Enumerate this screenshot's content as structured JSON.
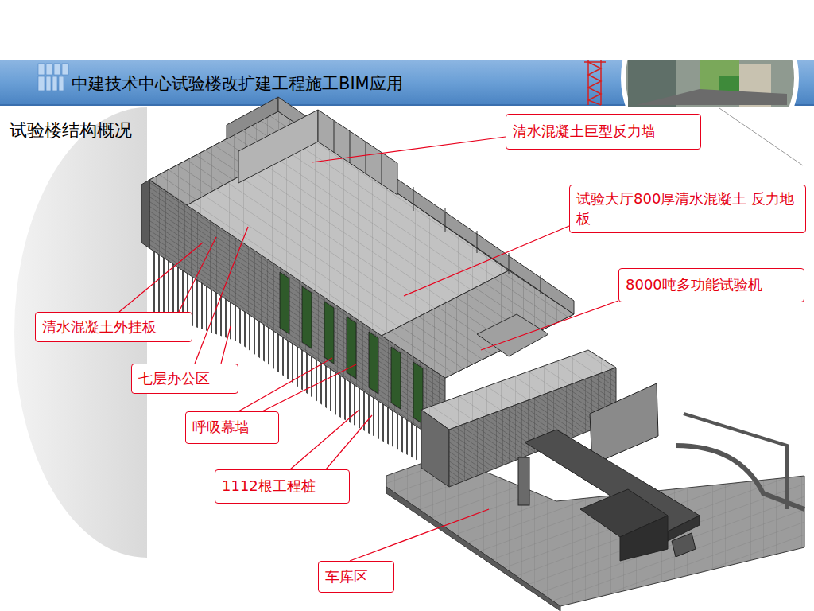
{
  "diagram": {
    "title": "中建技术中心试验楼改扩建工程施工BIM应用",
    "nodes": [
      {
        "text": [
          "清水混凝土巨型反力墙"
        ]
      },
      {
        "text": [
          "试验大厅800厚清水混凝土 反力地板"
        ]
      },
      {
        "text": [
          "8000吨多功能试验机"
        ]
      },
      {
        "text": [
          "清水混凝土外挂板"
        ]
      },
      {
        "text": [
          "七层办公区"
        ]
      },
      {
        "text": [
          "呼吸幕墙"
        ]
      },
      {
        "text": [
          "1112根工程桩"
        ]
      },
      {
        "text": [
          "车库区"
        ]
      }
    ],
    "labels": [
      "试验楼结构概况"
    ]
  }
}
